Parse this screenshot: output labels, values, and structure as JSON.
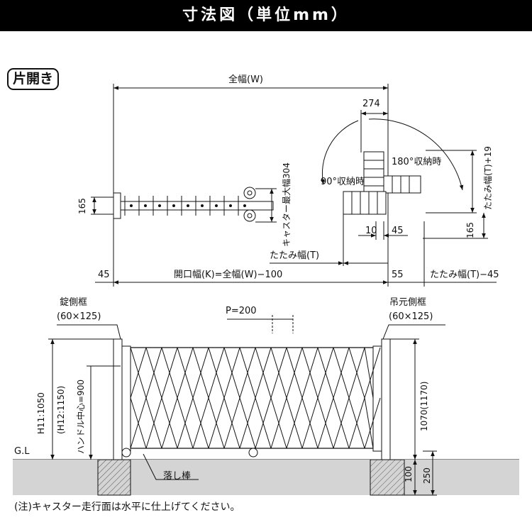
{
  "title": "寸法図（単位mm）",
  "badge": "片開き",
  "top_view": {
    "total_width": "全幅(W)",
    "dim_274": "274",
    "dim_165_left": "165",
    "caster_width": "キャスター最大幅304",
    "angle_180": "180°収納時",
    "angle_90": "90°収納時",
    "fold_width_plus": "たたみ幅(T)+19",
    "dim_165_right": "165",
    "dim_10": "10",
    "dim_45_small": "45",
    "fold_width": "たたみ幅(T)",
    "dim_45_left": "45",
    "opening_width": "開口幅(K)=全幅(W)−100",
    "dim_55": "55",
    "fold_width_minus": "たたみ幅(T)−45"
  },
  "front_view": {
    "lock_frame": "錠側框",
    "lock_frame_size": "(60×125)",
    "pitch": "P=200",
    "hinge_frame": "吊元側框",
    "hinge_frame_size": "(60×125)",
    "height_h11": "H11:1050",
    "height_h12": "(H12:1150)",
    "handle_center": "ハンドル中心=900",
    "height_right": "1070(1170)",
    "ground": "G.L",
    "dim_100": "100",
    "dim_250": "250",
    "drop_rod": "落し棒"
  },
  "note": "(注)キャスター走行面は水平に仕上げてください。"
}
